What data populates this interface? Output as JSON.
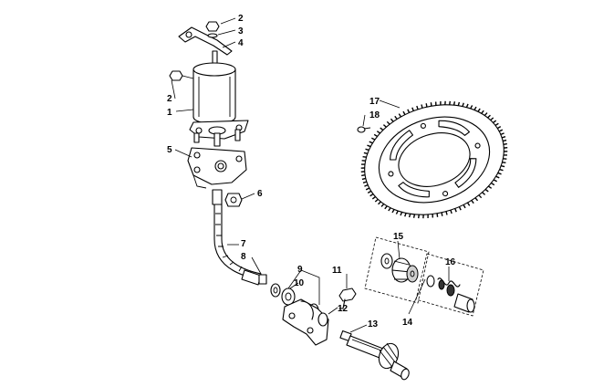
{
  "callouts": [
    "1",
    "2",
    "3",
    "4",
    "5",
    "6",
    "7",
    "8",
    "9",
    "10",
    "11",
    "12",
    "13",
    "14",
    "15",
    "16",
    "17",
    "18"
  ],
  "callout_second_2": "2"
}
